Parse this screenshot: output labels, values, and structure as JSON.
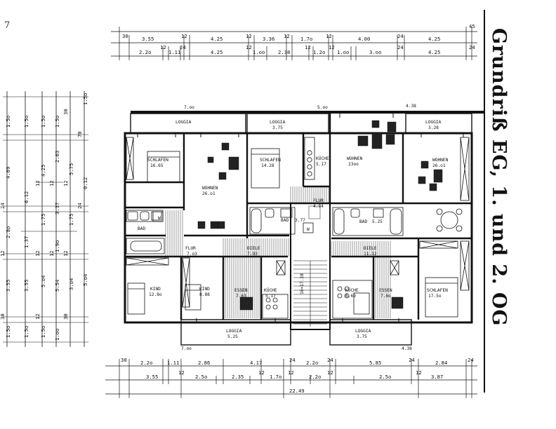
{
  "title": "Grundriß EG, 1. und 2. OG",
  "corner_mark": "7",
  "top_dims": {
    "row1": [
      "30",
      "3.55",
      "12",
      "4.25",
      "12",
      "3.36",
      "12",
      "1.7o",
      "12",
      "4.00",
      "24",
      "4.25",
      "45"
    ],
    "row2": [
      "2.2o",
      "12",
      "1.11",
      "24",
      "4.25",
      "12",
      "1.oo",
      "2.38",
      "12",
      "1.2o",
      "12",
      "1.oo",
      "3.oo",
      "24",
      "4.25",
      "24"
    ]
  },
  "bottom_dims": {
    "row1": [
      "30",
      "2.2o",
      "1.11",
      "2.86",
      "4.17",
      "24",
      "2.2o",
      "24",
      "5.85",
      "24",
      "2.84",
      "24"
    ],
    "row2": [
      "3.55",
      "12",
      "2.5o",
      "2.35",
      "12",
      "1.7o",
      "12",
      "2.2o",
      "12",
      "2.5o",
      "12",
      "3.87"
    ],
    "total": "22.49"
  },
  "left_dims": {
    "col1": [
      "1.5o",
      "4.69",
      "24",
      "2.8o",
      "12",
      "3.55",
      "30",
      "1.5o"
    ],
    "col2": [
      "1.5o",
      "6.12",
      "1.37",
      "3.55",
      "1.5o"
    ],
    "col3": [
      "1.5o",
      "4.25",
      "12",
      "1.75",
      "12",
      "5.o4",
      "12",
      "1.5o"
    ],
    "col4": [
      "1.5o",
      "2.63",
      "12",
      "3.37",
      "12",
      "1.9o",
      "5.54",
      "1.oo"
    ],
    "col5": [
      "30",
      "5.75",
      "12",
      "1.75",
      "12",
      "3.o4",
      "30"
    ],
    "col6": [
      "1.5o",
      "70",
      "0.12",
      "24",
      "5.o4"
    ]
  },
  "rooms": [
    {
      "name": "LOGGIA",
      "area": ""
    },
    {
      "name": "LOGGIA",
      "area": "3.75"
    },
    {
      "name": "LOGGIA",
      "area": "3.28"
    },
    {
      "name": "SCHLAFEN",
      "area": "16.65"
    },
    {
      "name": "WOHNEN",
      "area": "26.o1"
    },
    {
      "name": "SCHLAFEN",
      "area": "14.28"
    },
    {
      "name": "KÜCHE",
      "area": "5.17"
    },
    {
      "name": "WOHNEN",
      "area": "23oo"
    },
    {
      "name": "WOHNEN",
      "area": "26.o1"
    },
    {
      "name": "FLUR",
      "area": "4.84"
    },
    {
      "name": "BAD",
      "area": "3.77"
    },
    {
      "name": "BAD",
      "area": "5.25"
    },
    {
      "name": "BAD",
      "area": ""
    },
    {
      "name": "FLUR",
      "area": "7.o3"
    },
    {
      "name": "DIELE",
      "area": "7.93"
    },
    {
      "name": "DIELE",
      "area": "11.12"
    },
    {
      "name": "KIND",
      "area": "12.8o"
    },
    {
      "name": "KIND",
      "area": "8.88"
    },
    {
      "name": "ESSEN",
      "area": "7.63"
    },
    {
      "name": "KÜCHE",
      "area": "5.17"
    },
    {
      "name": "KÜCHE",
      "area": "6.69"
    },
    {
      "name": "ESSEN",
      "area": "7.6o"
    },
    {
      "name": "SCHLAFEN",
      "area": "17.5o"
    },
    {
      "name": "LOGGIA",
      "area": "5.25"
    },
    {
      "name": "LOGGIA",
      "area": "3.75"
    }
  ],
  "plan_marks": {
    "top_a": "7.oo",
    "top_b": "5.oo",
    "top_c": "4.38",
    "bottom_a": "7.oo",
    "bottom_b": "4.38",
    "stair": "16×17.28",
    "w": "W"
  }
}
